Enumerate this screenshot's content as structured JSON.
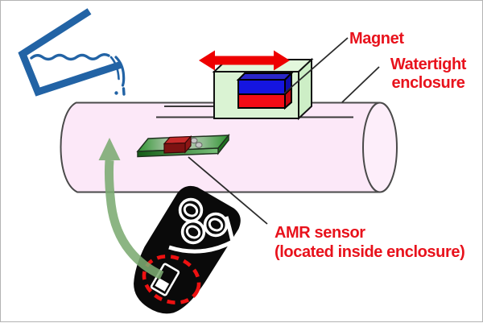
{
  "figure": {
    "type": "technical-illustration",
    "subject": "AMR sensor with magnet on watertight enclosure (waterproof shaver application)",
    "caption_labels": {
      "magnet": "Magnet",
      "watertight_enclosure_line1": "Watertight",
      "watertight_enclosure_line2": "enclosure",
      "amr_sensor_line1": "AMR sensor",
      "amr_sensor_line2": "(located inside enclosure)"
    },
    "colors": {
      "label_red": "#e8121c",
      "motion_arrow_red": "#ee0000",
      "magnet_blue": "#1515e0",
      "magnet_red": "#f20d15",
      "enclosure_pink": "#fce8f8",
      "enclosure_end_pink": "#fdeefa",
      "enclosure_outline": "#4a4a4a",
      "housing_green": "#daf3d3",
      "pcb_green": "#2f9432",
      "water_blue": "#2263a5",
      "position_arrow_green": "#7cab72",
      "highlight_dash_red": "#ee1111",
      "device_black": "#0a0a0a"
    }
  }
}
